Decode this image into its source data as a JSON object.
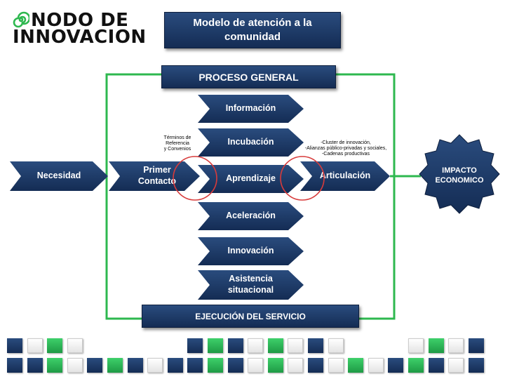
{
  "logo": {
    "line1": "NODO DE",
    "line2": "INNOVACION"
  },
  "title": "Modelo de atención a la comunidad",
  "header": "PROCESO GENERAL",
  "footer": "EJECUCIÓN DEL SERVICIO",
  "necesidad": "Necesidad",
  "primer_contacto": "Primer Contacto",
  "steps": [
    "Información",
    "Incubación",
    "Aprendizaje",
    "Aceleración",
    "Innovación",
    "Asistencia situacional"
  ],
  "articulacion": "Articulación",
  "impacto": "IMPACTO ECONOMICO",
  "note_left": [
    "Términos de",
    "Referencia",
    "y Convenios"
  ],
  "note_right": [
    "-Cluster de innovación,",
    "-Alianzas público-privadas y sociales,",
    "-Cadenas productivas"
  ],
  "colors": {
    "navy": "#1d3a66",
    "green": "#2eb84f",
    "red_circle": "#d83b3b"
  },
  "squares_row1": [
    "n",
    "w",
    "g",
    "w",
    "",
    "",
    "",
    "",
    "",
    "n",
    "g",
    "n",
    "w",
    "g",
    "w",
    "n",
    "w",
    "",
    "",
    "",
    "w",
    "g",
    "w",
    "n"
  ],
  "squares_row2": [
    "n",
    "n",
    "g",
    "w",
    "n",
    "g",
    "n",
    "w",
    "n",
    "n",
    "g",
    "n",
    "w",
    "g",
    "w",
    "n",
    "w",
    "g",
    "w",
    "n",
    "g",
    "n",
    "w",
    "n"
  ]
}
